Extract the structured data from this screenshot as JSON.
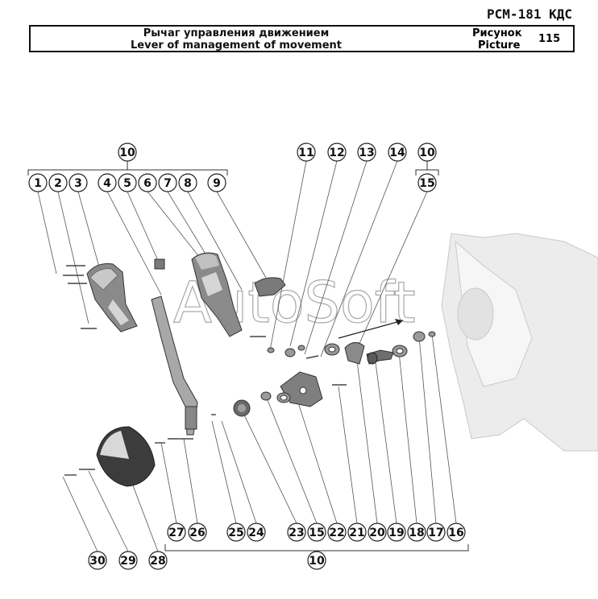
{
  "header": {
    "model": "РСМ-181 КДС",
    "title_ru": "Рычаг управления движением",
    "title_en": "Lever of management of movement",
    "picture_label_ru": "Рисунок",
    "picture_label_en": "Picture",
    "picture_number": "115"
  },
  "watermark": "AutoSoft",
  "callouts": [
    "10",
    "1",
    "2",
    "3",
    "4",
    "5",
    "6",
    "7",
    "8",
    "9",
    "11",
    "12",
    "13",
    "14",
    "10",
    "15",
    "27",
    "26",
    "25",
    "24",
    "23",
    "15",
    "22",
    "21",
    "20",
    "19",
    "18",
    "17",
    "16",
    "30",
    "29",
    "28",
    "10"
  ]
}
